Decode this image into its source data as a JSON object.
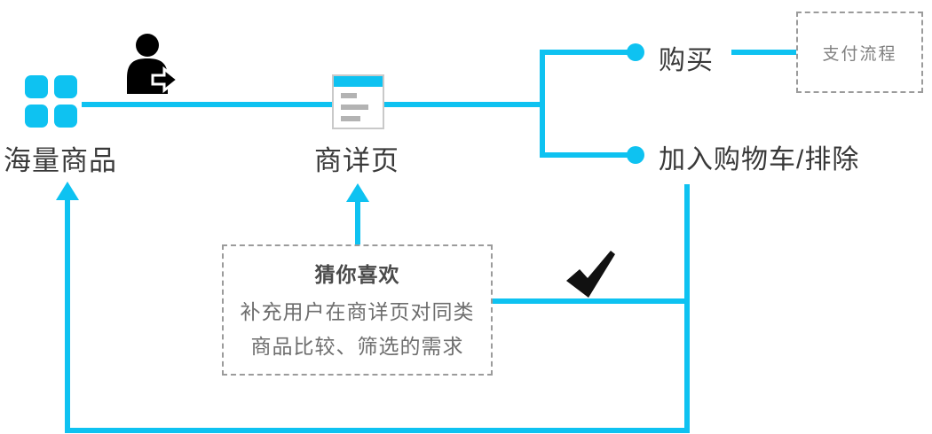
{
  "diagram": {
    "accent_color": "#0ec2f1",
    "text_color": "#3a3a3a",
    "muted_text_color": "#6e6e6e",
    "nodes": {
      "products": {
        "label": "海量商品"
      },
      "detail_page": {
        "label": "商详页"
      },
      "buy": {
        "label": "购买"
      },
      "payment": {
        "label": "支付流程"
      },
      "add_cart": {
        "label": "加入购物车/排除"
      },
      "recommend": {
        "title": "猜你喜欢",
        "line1": "补充用户在商详页对同类",
        "line2": "商品比较、筛选的需求"
      }
    }
  }
}
